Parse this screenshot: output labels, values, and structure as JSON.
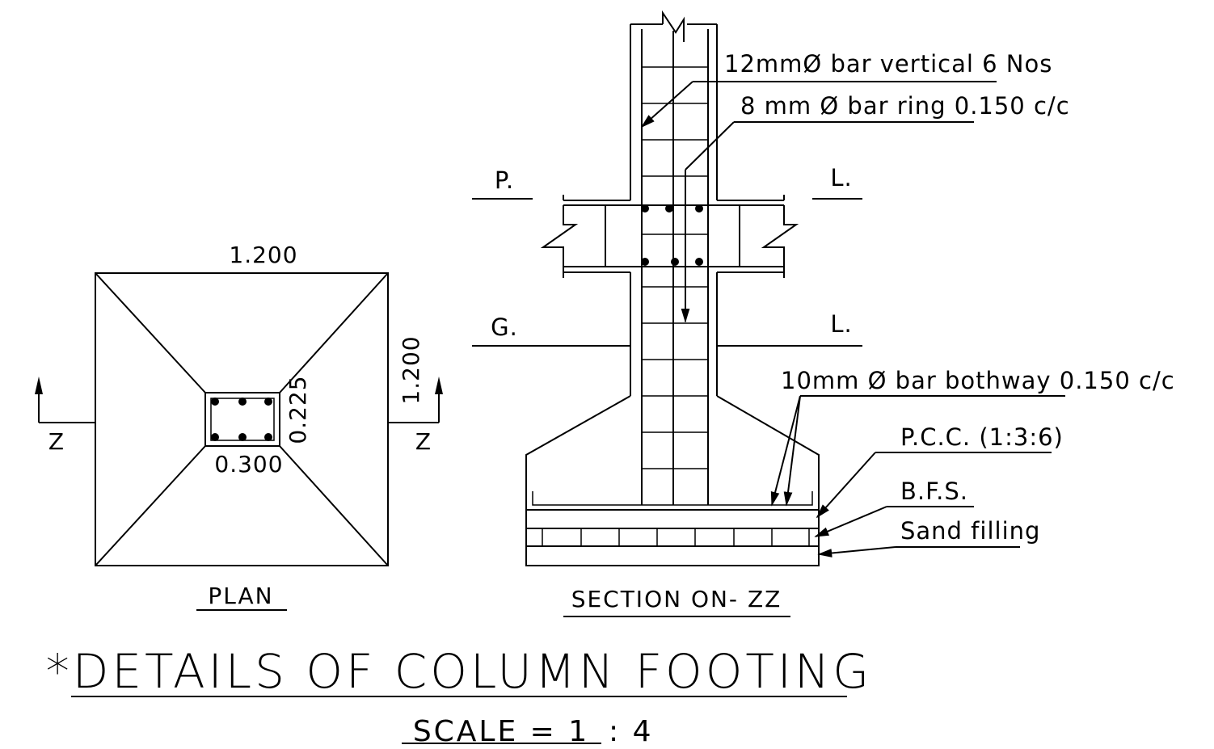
{
  "plan": {
    "dim_top": "1.200",
    "dim_right": "1.200",
    "dim_column_width": "0.300",
    "dim_column_depth": "0.225",
    "section_mark_left": "Z",
    "section_mark_right": "Z",
    "caption": "PLAN"
  },
  "section": {
    "label_p": "P.",
    "label_l_top": "L.",
    "label_g": "G.",
    "label_l_bottom": "L.",
    "caption": "SECTION ON- ZZ"
  },
  "notes": {
    "vertical_bar": "12mmØ bar vertical 6 Nos",
    "ring_bar": "8 mm Ø bar ring 0.150 c/c",
    "bothway_bar": "10mm Ø bar bothway 0.150 c/c",
    "pcc": "P.C.C. (1:3:6)",
    "bfs": "B.F.S.",
    "sand": "Sand filling"
  },
  "title": "*DETAILS OF COLUMN FOOTING",
  "scale": {
    "left": "SCALE = 1",
    "right": ": 4"
  }
}
